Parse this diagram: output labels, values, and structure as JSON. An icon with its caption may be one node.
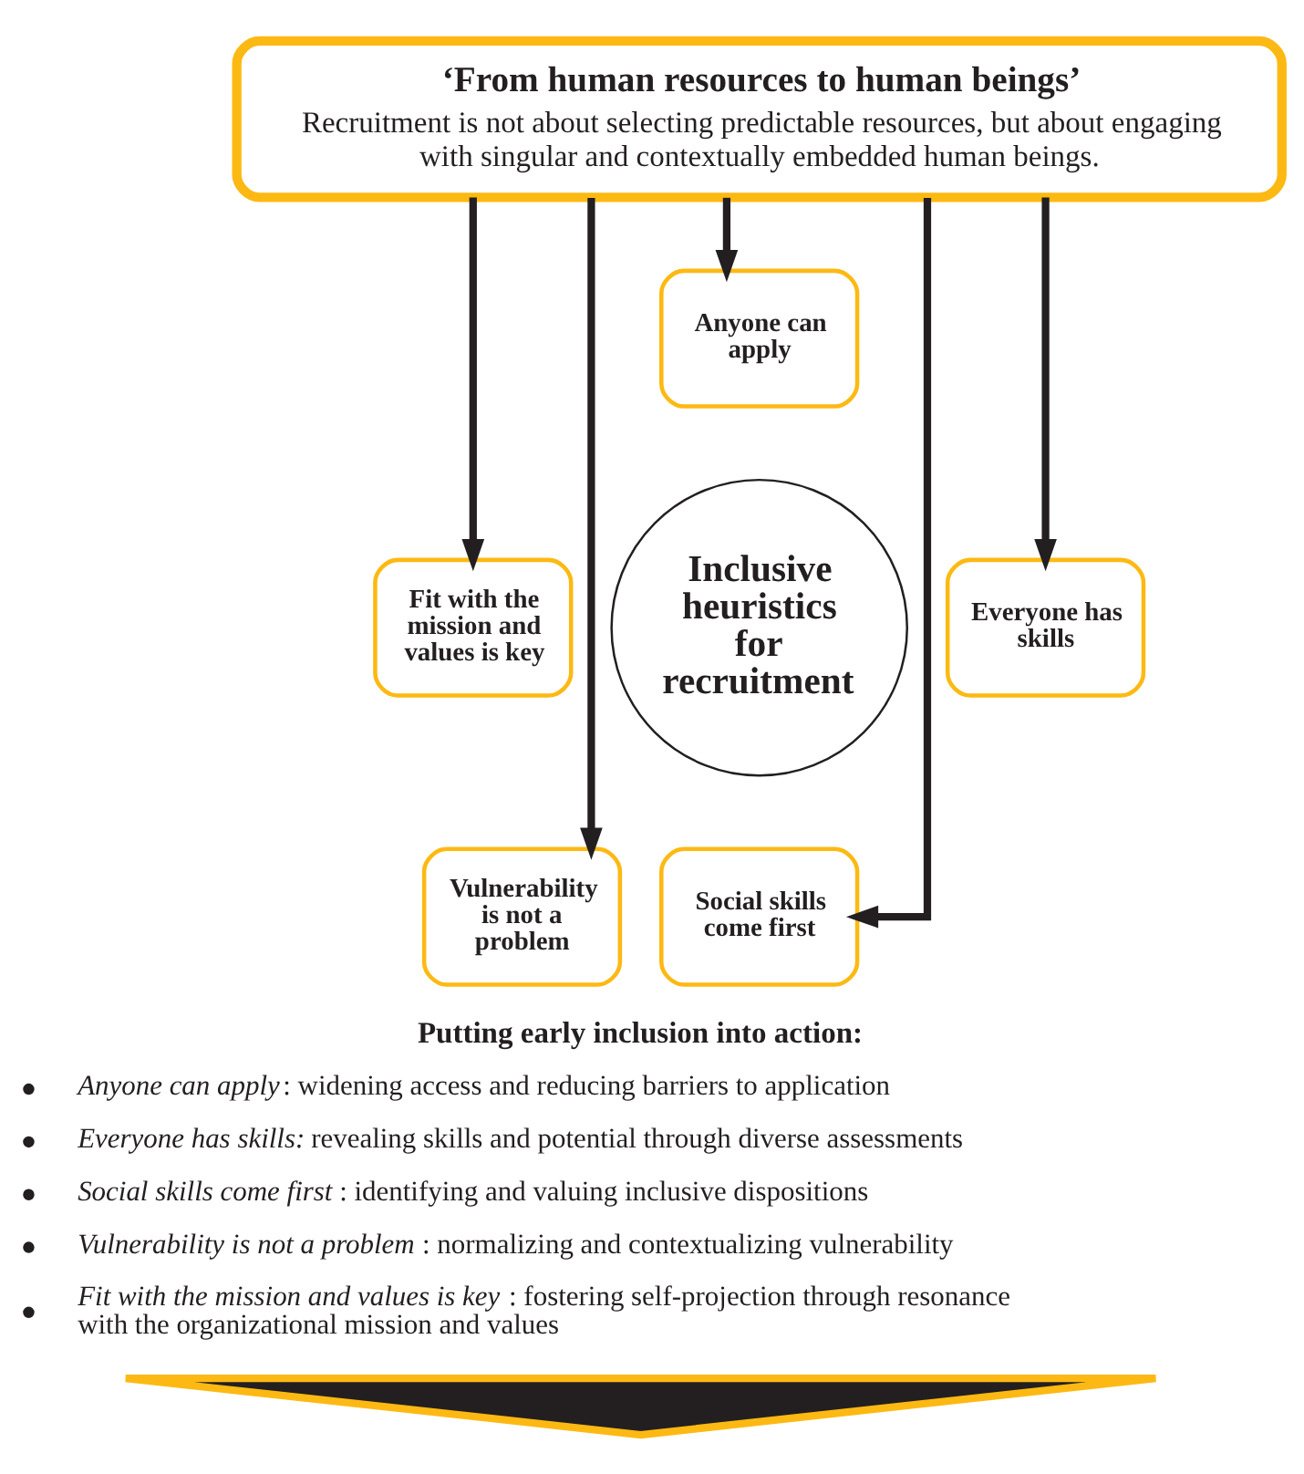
{
  "diagram": {
    "nodes": [
      {
        "text": [
          "‘From human resources to human beings’",
          "Recruitment is not about selecting predictable resources, but about engaging with singular and contextually embedded human beings."
        ]
      },
      {
        "text": [
          "Anyone can apply"
        ]
      },
      {
        "text": [
          "Fit with the mission and values is key"
        ]
      },
      {
        "text": [
          "Inclusive heuristics for recruitment"
        ]
      },
      {
        "text": [
          "Everyone has skills"
        ]
      },
      {
        "text": [
          "Vulnerability is not a problem"
        ]
      },
      {
        "text": [
          "Social skills come first"
        ]
      },
      {
        "text": [],
        "shape": "triangle"
      }
    ],
    "edges": [
      {
        "from": 0,
        "to": 5,
        "arrow": "to"
      },
      {
        "from": 0,
        "to": 2,
        "arrow": "to"
      },
      {
        "from": 0,
        "to": 1,
        "arrow": "to"
      },
      {
        "from": 0,
        "to": 4,
        "arrow": "to"
      },
      {
        "from": 0,
        "to": 6,
        "arrow": "to"
      }
    ],
    "labels": [
      "Putting early inclusion into action:",
      "*Anyone can apply*: widening access and reducing barriers to application",
      "*Everyone has skills:* revealing skills and potential through diverse assessments",
      "*Social skills come first*: identifying and valuing inclusive dispositions",
      "*Vulnerability is not a problem*: normalizing and contextualizing vulnerability",
      "*Fit with the mission and values is key*: fostering self-projection through resonance with the organizational mission and values"
    ]
  }
}
